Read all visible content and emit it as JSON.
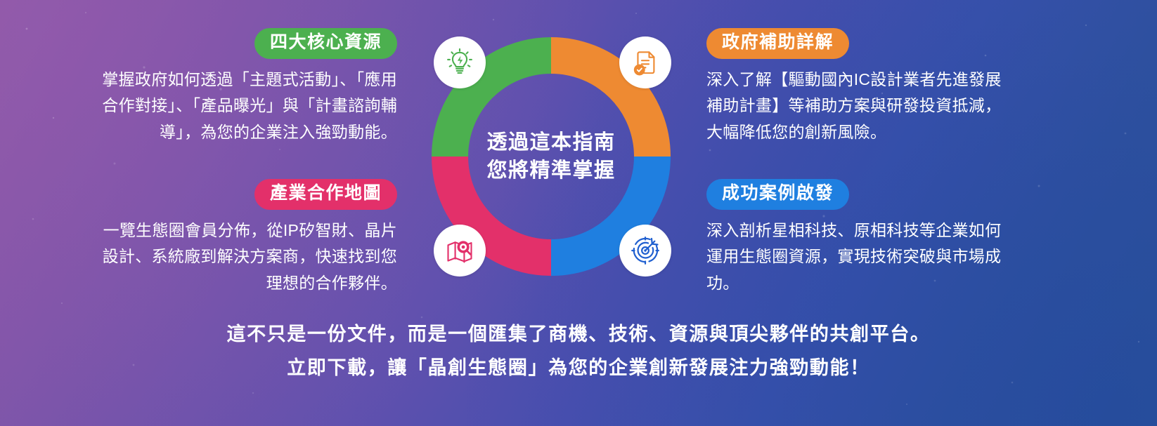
{
  "theme": {
    "background_gradient_from": "#8e5aa6",
    "background_gradient_to": "#2f5496",
    "text_color": "#ffffff"
  },
  "center": {
    "line1": "透過這本指南",
    "line2": "您將精準掌握"
  },
  "donut": {
    "segments": [
      {
        "name": "top-left",
        "color": "#4cb04f"
      },
      {
        "name": "top-right",
        "color": "#ee8a32"
      },
      {
        "name": "bottom-right",
        "color": "#1f7fe0"
      },
      {
        "name": "bottom-left",
        "color": "#e3306a"
      }
    ]
  },
  "quadrants": [
    {
      "id": "top-left",
      "icon": "lightbulb-bolt-icon",
      "color": "#4cb04f",
      "pill_label": "四大核心資源",
      "body": "掌握政府如何透過「主題式活動」、「應用合作對接」、「產品曝光」與「計畫諮詢輔導」，為您的企業注入強勁動能。"
    },
    {
      "id": "top-right",
      "icon": "document-check-icon",
      "color": "#ee8a32",
      "pill_label": "政府補助詳解",
      "body": "深入了解【驅動國內IC設計業者先進發展補助計畫】等補助方案與研發投資抵減，大幅降低您的創新風險。"
    },
    {
      "id": "bottom-left",
      "icon": "map-search-icon",
      "color": "#e3306a",
      "pill_label": "產業合作地圖",
      "body": "一覽生態圈會員分佈，從IP矽智財、晶片設計、系統廠到解決方案商，快速找到您理想的合作夥伴。"
    },
    {
      "id": "bottom-right",
      "icon": "target-arrow-icon",
      "color": "#1f7fe0",
      "pill_label": "成功案例啟發",
      "body": "深入剖析星相科技、原相科技等企業如何運用生態圈資源，實現技術突破與市場成功。"
    }
  ],
  "footer": {
    "line1": "這不只是一份文件，而是一個匯集了商機、技術、資源與頂尖夥伴的共創平台。",
    "line2": "立即下載，讓「晶創生態圈」為您的企業創新發展注力強勁動能！"
  }
}
